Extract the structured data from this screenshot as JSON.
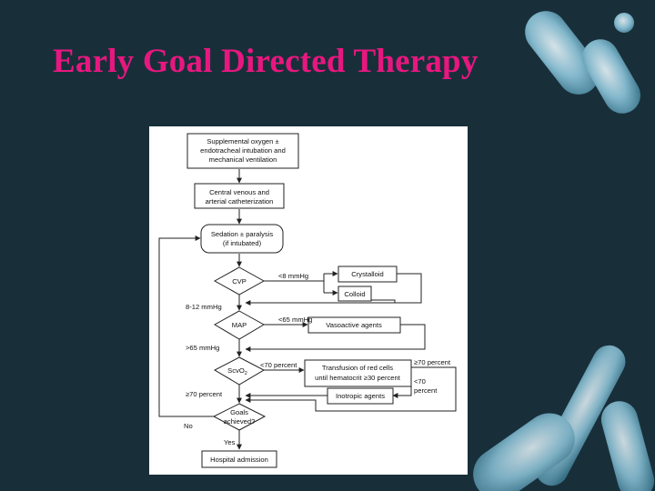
{
  "slide": {
    "title": "Early Goal Directed Therapy",
    "colors": {
      "background": "#182f3a",
      "title": "#e8177f",
      "panel": "#ffffff"
    }
  },
  "flowchart": {
    "nodes": {
      "oxygen": [
        "Supplemental oxygen ±",
        "endotracheal intubation and",
        "mechanical ventilation"
      ],
      "catheter": [
        "Central venous and",
        "arterial catheterization"
      ],
      "sedation": [
        "Sedation ± paralysis",
        "(if intubated)"
      ],
      "cvp": "CVP",
      "crystalloid": "Crystalloid",
      "colloid": "Colloid",
      "map": "MAP",
      "vasoactive": "Vasoactive agents",
      "scvo2_base": "ScvO",
      "scvo2_sub": "2",
      "transfusion": [
        "Transfusion of red cells",
        "until hematocrit ≥30 percent"
      ],
      "inotropic": "Inotropic agents",
      "goals": [
        "Goals",
        "achieved?"
      ],
      "hospital": "Hospital admission"
    },
    "labels": {
      "cvp_low": "<8 mmHg",
      "cvp_ok": "8-12 mmHg",
      "map_low": "<65 mmHg",
      "map_ok": ">65 mmHg",
      "scv_low": "<70 percent",
      "scv_ok": "≥70 percent",
      "transfusion_ok": "≥70 percent",
      "transfusion_low": [
        "<70",
        "percent"
      ],
      "no": "No",
      "yes": "Yes"
    }
  }
}
